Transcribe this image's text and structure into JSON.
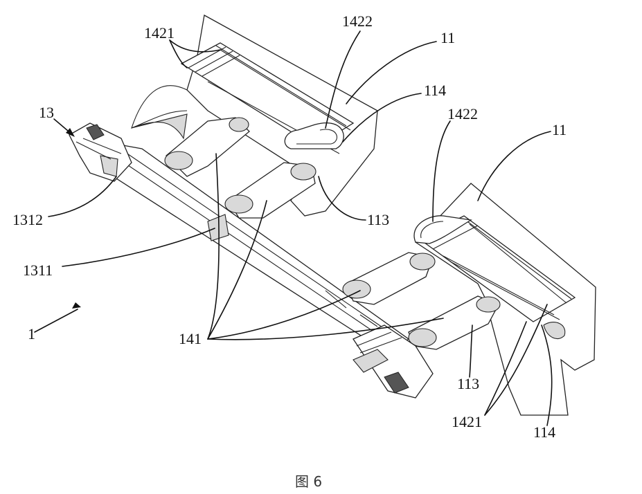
{
  "figure": {
    "caption": "图 6",
    "labels": {
      "l1421_top": "1421",
      "l1422_top": "1422",
      "l11_top": "11",
      "l114_top": "114",
      "l13": "13",
      "l1422_right": "1422",
      "l11_right": "11",
      "l1312": "1312",
      "l113_top": "113",
      "l1311": "1311",
      "l1": "1",
      "l141": "141",
      "l113_bottom": "113",
      "l1421_bottom": "1421",
      "l114_bottom": "114"
    }
  },
  "colors": {
    "line": "#111111",
    "shade": "#d9d9d9",
    "background": "#ffffff"
  }
}
